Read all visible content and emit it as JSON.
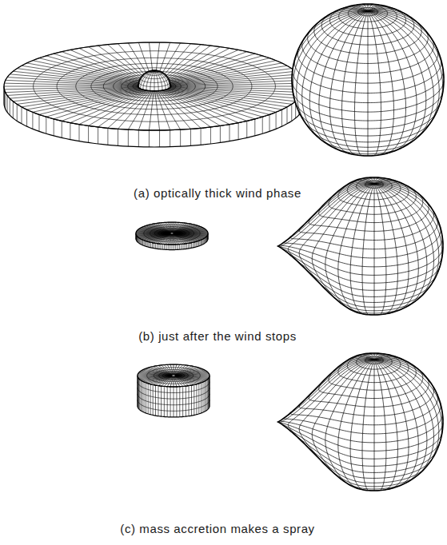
{
  "diagram": {
    "labels": [
      "(a) optically thick wind phase",
      "(b) just after the wind stops",
      "(c) mass accretion makes a spray"
    ]
  }
}
